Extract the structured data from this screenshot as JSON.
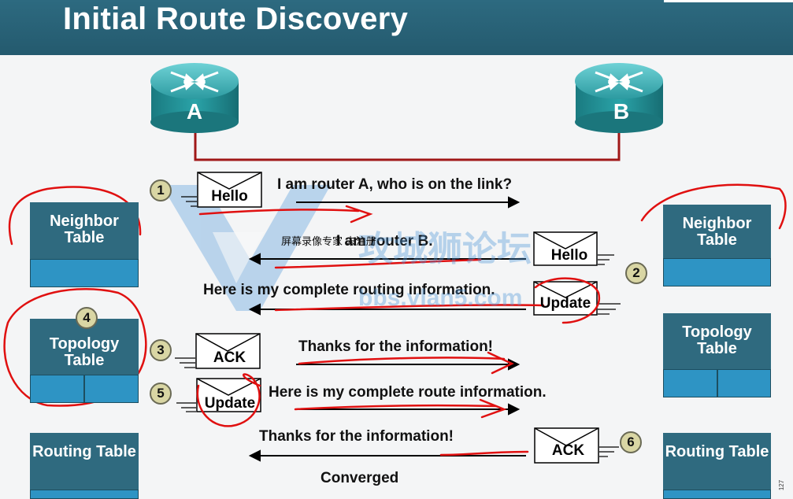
{
  "title": "Initial Route Discovery",
  "routers": {
    "a": "A",
    "b": "B"
  },
  "tables": {
    "neighbor": "Neighbor Table",
    "topology": "Topology Table",
    "routing": "Routing Table"
  },
  "messages": [
    {
      "step": "1",
      "envelope": "Hello",
      "text": "I am router A, who is on the link?",
      "direction": "a-to-b"
    },
    {
      "step": "2",
      "envelope": "Hello",
      "text": "I am router B.",
      "direction": "b-to-a"
    },
    {
      "step": "2",
      "envelope": "Update",
      "text": "Here is my complete routing information.",
      "direction": "b-to-a"
    },
    {
      "step": "3",
      "envelope": "ACK",
      "text": "Thanks for the information!",
      "direction": "a-to-b"
    },
    {
      "step": "5",
      "envelope": "Update",
      "text": "Here is my complete route information.",
      "direction": "a-to-b"
    },
    {
      "step": "6",
      "envelope": "ACK",
      "text": "Thanks for the information!",
      "direction": "b-to-a"
    }
  ],
  "badges": {
    "step1": "1",
    "step2": "2",
    "step3": "3",
    "step4": "4",
    "step5": "5",
    "step6": "6"
  },
  "status": "Converged",
  "overlay": {
    "recorder_text": "屏幕录像专家 未注册",
    "watermark_name": "攻城狮论坛",
    "watermark_url": "bbs.vlan5.com",
    "side_code": "127"
  },
  "colors": {
    "header": "#2d6a80",
    "table": "#2f6a7f",
    "cell": "#2e94c4",
    "link": "#a01818",
    "annotation": "#e01010"
  }
}
